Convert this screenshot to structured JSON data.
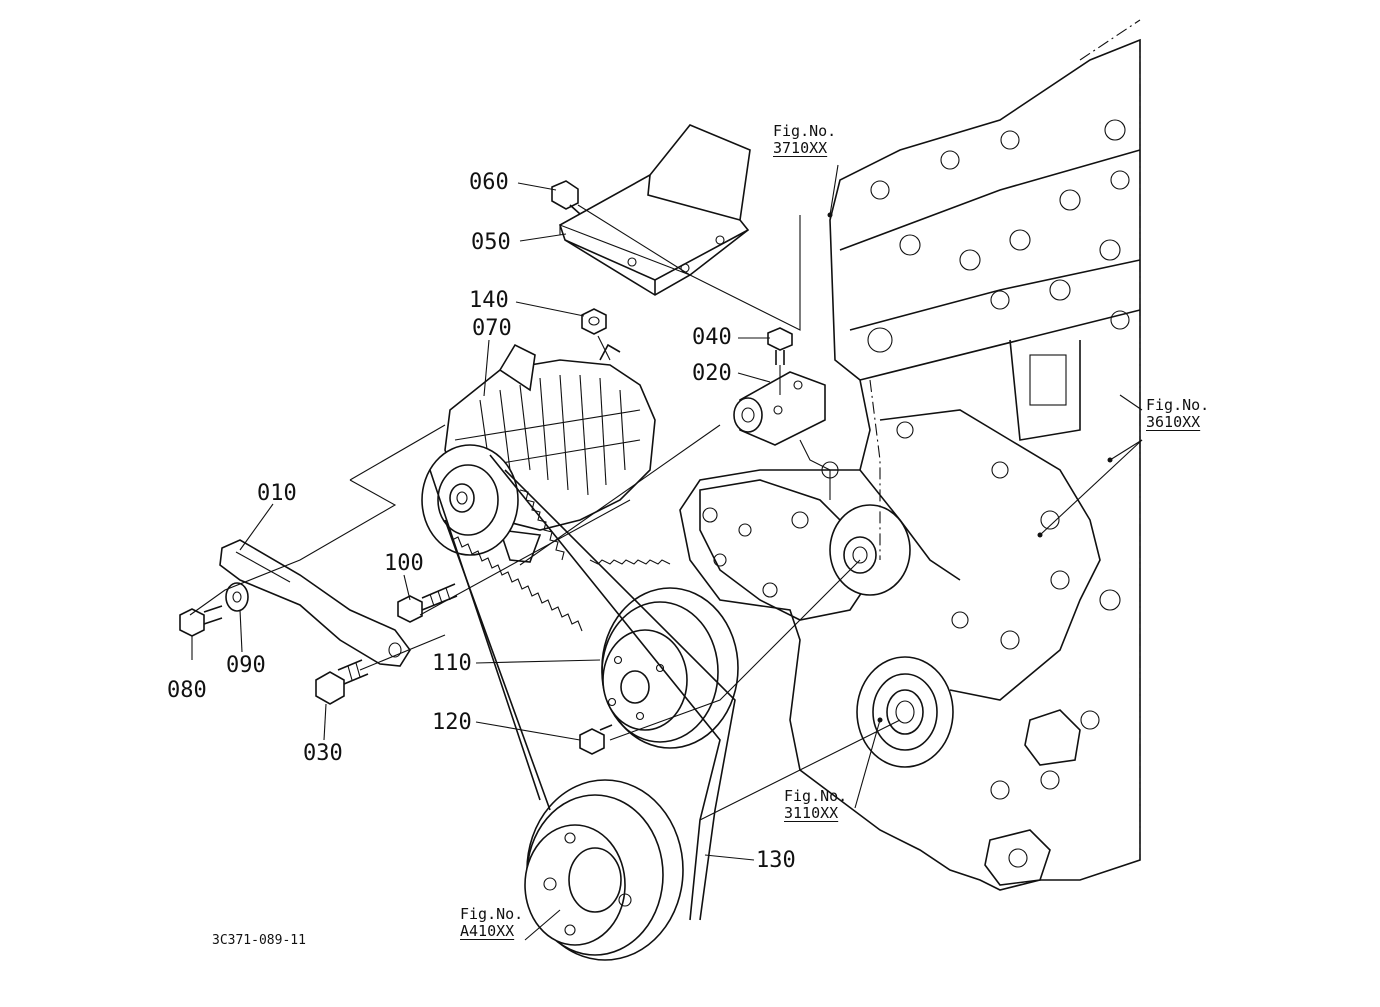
{
  "parts": [
    {
      "id": "p060",
      "label": "060"
    },
    {
      "id": "p050",
      "label": "050"
    },
    {
      "id": "p140",
      "label": "140"
    },
    {
      "id": "p070",
      "label": "070"
    },
    {
      "id": "p040",
      "label": "040"
    },
    {
      "id": "p020",
      "label": "020"
    },
    {
      "id": "p010",
      "label": "010"
    },
    {
      "id": "p100",
      "label": "100"
    },
    {
      "id": "p080",
      "label": "080"
    },
    {
      "id": "p090",
      "label": "090"
    },
    {
      "id": "p110",
      "label": "110"
    },
    {
      "id": "p030",
      "label": "030"
    },
    {
      "id": "p120",
      "label": "120"
    },
    {
      "id": "p130",
      "label": "130"
    }
  ],
  "figure_refs": [
    {
      "prefix": "Fig.No.",
      "code": "3710XX"
    },
    {
      "prefix": "Fig.No.",
      "code": "3610XX"
    },
    {
      "prefix": "Fig.No.",
      "code": "3110XX"
    },
    {
      "prefix": "Fig.No.",
      "code": "A410XX"
    }
  ],
  "doc_id": "3C371-089-11"
}
